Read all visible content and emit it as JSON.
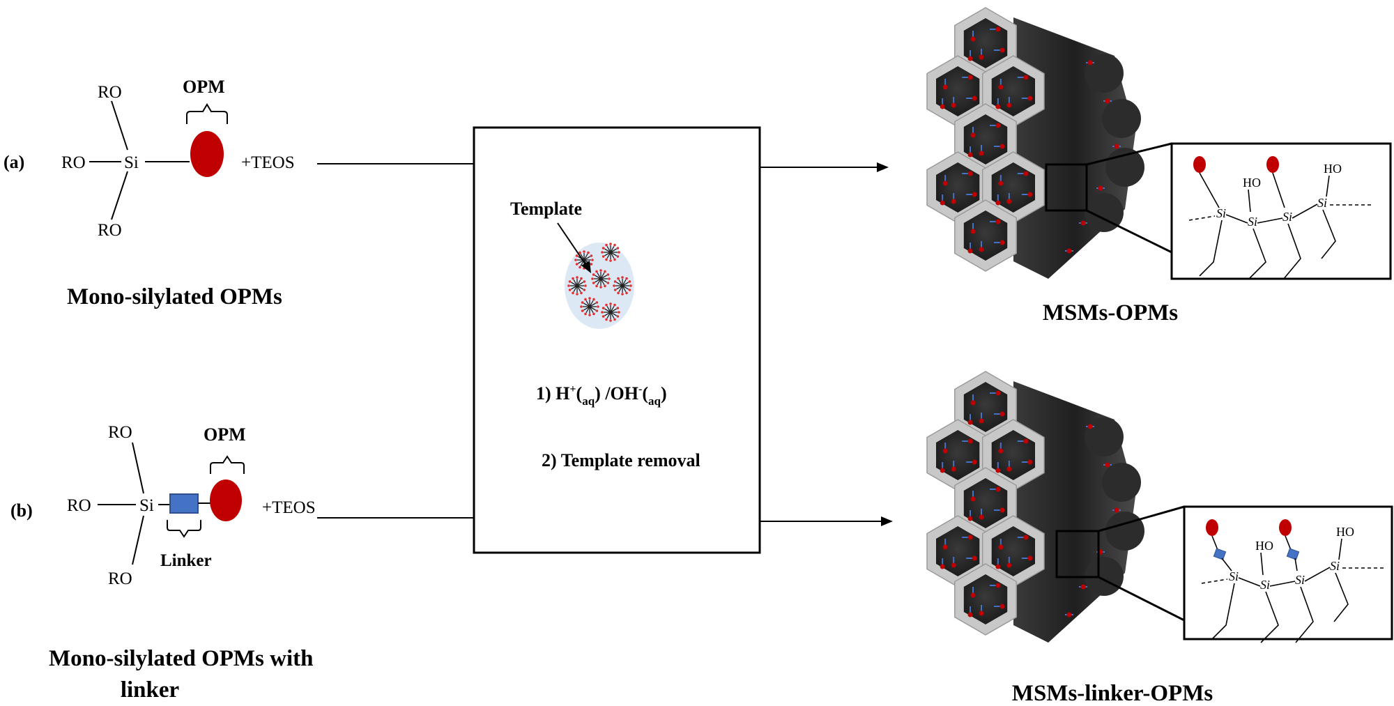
{
  "panel_a": {
    "label": "(a)",
    "ro_top": "RO",
    "ro_left": "RO",
    "ro_bottom": "RO",
    "si": "Si",
    "opm": "OPM",
    "teos": "+TEOS",
    "caption": "Mono-silylated OPMs"
  },
  "panel_b": {
    "label": "(b)",
    "ro_top": "RO",
    "ro_left": "RO",
    "ro_bottom": "RO",
    "si": "Si",
    "opm": "OPM",
    "linker": "Linker",
    "teos": "+TEOS",
    "caption_line1": "Mono-silylated OPMs with",
    "caption_line2": "linker"
  },
  "process": {
    "template_label": "Template",
    "step1_prefix": "1) H",
    "step1_plus": "+",
    "step1_aq1": "aq",
    "step1_mid": " /OH",
    "step1_minus": "-",
    "step1_aq2": "aq",
    "step2": "2) Template removal"
  },
  "product_a": {
    "caption": "MSMs-OPMs",
    "ho": "HO",
    "si": "Si"
  },
  "product_b": {
    "caption": "MSMs-linker-OPMs",
    "ho": "HO",
    "si": "Si"
  },
  "colors": {
    "opm_red": "#c00000",
    "linker_blue": "#4472c4",
    "silica_grey": "#c8c8c8",
    "pore_dark": "#2e2e2e",
    "template_bg": "#dce9f5"
  }
}
